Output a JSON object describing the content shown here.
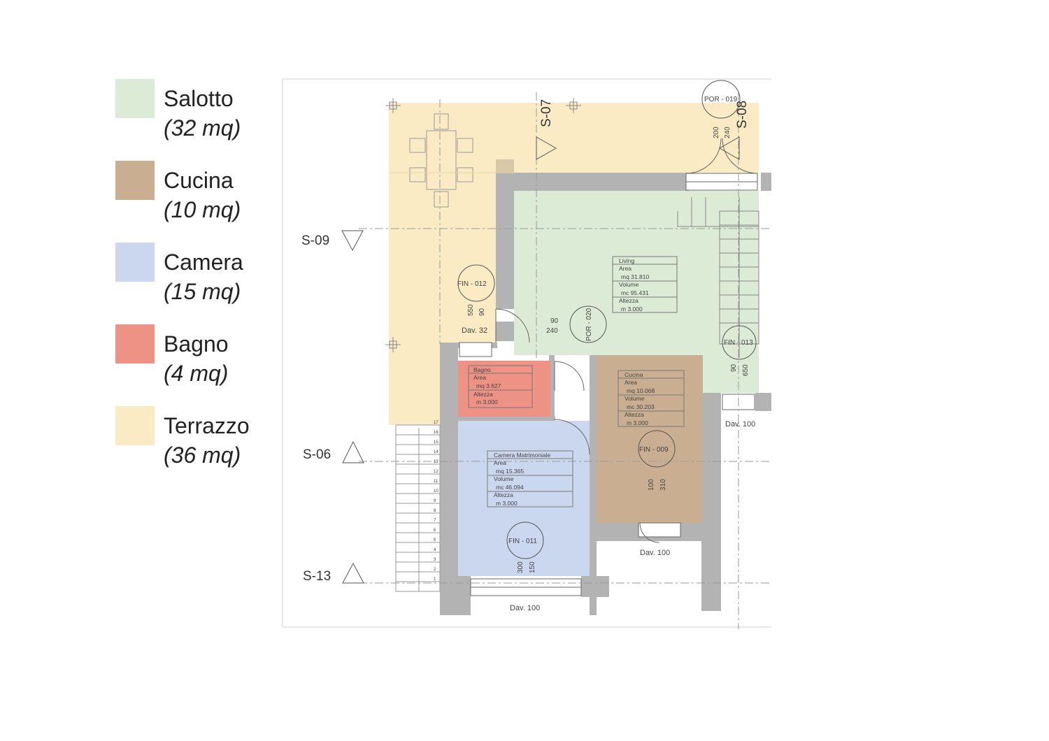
{
  "colors": {
    "salotto": "#dcebd6",
    "cucina": "#c9ae92",
    "camera": "#cbd7ef",
    "bagno": "#ee9285",
    "terrazzo": "#fbebc4",
    "wall": "#b3b3b3"
  },
  "legend": [
    {
      "name": "Salotto",
      "area": "(32 mq)",
      "color": "#dcebd6"
    },
    {
      "name": "Cucina",
      "area": "(10 mq)",
      "color": "#c9ae92"
    },
    {
      "name": "Camera",
      "area": "(15 mq)",
      "color": "#cbd7ef"
    },
    {
      "name": "Bagno",
      "area": "(4 mq)",
      "color": "#ee9285"
    },
    {
      "name": "Terrazzo",
      "area": "(36 mq)",
      "color": "#fbebc4"
    }
  ],
  "plan": {
    "sections": {
      "s07": "S-07",
      "s08": "S-08",
      "s09": "S-09",
      "s06": "S-06",
      "s13": "S-13"
    },
    "tags": {
      "por019": "POR - 019",
      "fin012": "FIN - 012",
      "por020": "POR - 020",
      "fin013": "FIN - 013",
      "fin009": "FIN - 009",
      "fin011": "FIN - 011"
    },
    "dims": {
      "d200": "200",
      "d240a": "240",
      "d550": "550",
      "d90a": "90",
      "d90b": "90",
      "d240b": "240",
      "d90c": "90",
      "d650": "650",
      "d100a": "100",
      "d310": "310",
      "d300": "300",
      "d150": "150"
    },
    "davanzali": {
      "dav32": "Dav. 32",
      "dav100a": "Dav. 100",
      "dav100b": "Dav. 100",
      "dav100c": "Dav. 100"
    },
    "rooms": {
      "living": {
        "name": "Living",
        "l1": "Area",
        "l2": "mq 31.810",
        "l3": "Volume",
        "l4": "mc 95.431",
        "l5": "Altezza",
        "l6": "m  3.000"
      },
      "bagno": {
        "name": "Bagno",
        "l1": "Area",
        "l2": "mq 3.627",
        "l3": "Altezza",
        "l4": "m  3.000"
      },
      "cucina": {
        "name": "Cucina",
        "l1": "Area",
        "l2": "mq 10.068",
        "l3": "Volume",
        "l4": "mc 30.203",
        "l5": "Altezza",
        "l6": "m  3.000"
      },
      "camera": {
        "name": "Camera Matrimoniale",
        "l1": "Area",
        "l2": "mq 15.365",
        "l3": "Volume",
        "l4": "mc 46.094",
        "l5": "Altezza",
        "l6": "m  3.000"
      }
    },
    "stairs_steps": [
      "17",
      "16",
      "15",
      "14",
      "13",
      "12",
      "11",
      "10",
      "9",
      "8",
      "7",
      "6",
      "5",
      "4",
      "3",
      "2",
      "1"
    ]
  }
}
